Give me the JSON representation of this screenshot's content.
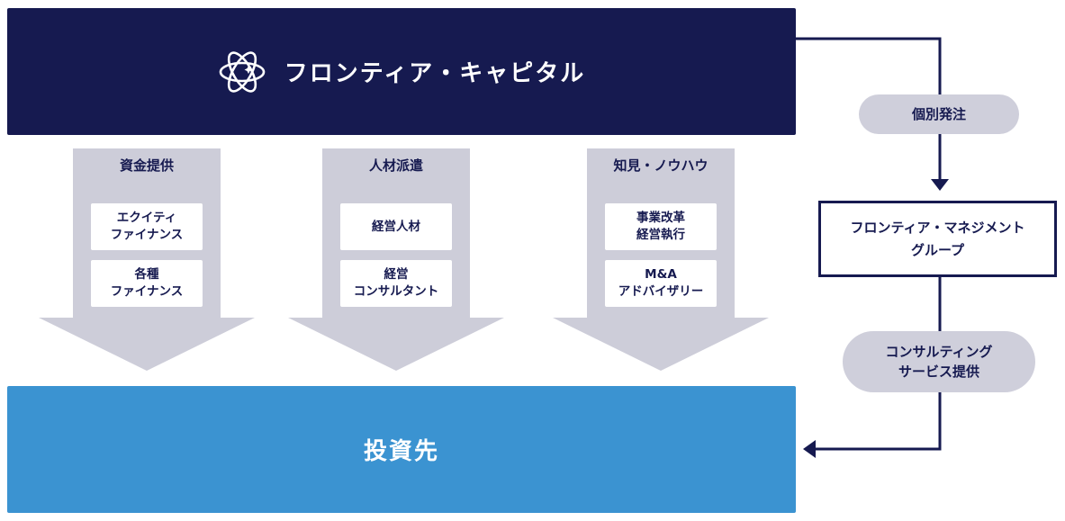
{
  "top_box": {
    "title": "フロンティア・キャピタル"
  },
  "support_arrows": [
    {
      "label": "資金提供",
      "cards": [
        [
          "エクイティ",
          "ファイナンス"
        ],
        [
          "各種",
          "ファイナンス"
        ]
      ]
    },
    {
      "label": "人材派遣",
      "cards": [
        [
          "経営人材"
        ],
        [
          "経営",
          "コンサルタント"
        ]
      ]
    },
    {
      "label": "知見・ノウハウ",
      "cards": [
        [
          "事業改革",
          "経営執行"
        ],
        [
          "M&A",
          "アドバイザリー"
        ]
      ]
    }
  ],
  "bottom_box": {
    "label": "投資先"
  },
  "side_flow": {
    "order_pill": "個別発注",
    "management_group": [
      "フロンティア・マネジメント",
      "グループ"
    ],
    "consulting_pill": [
      "コンサルティング",
      "サービス提供"
    ]
  },
  "colors": {
    "navy": "#161a50",
    "blue": "#3b93d1",
    "gray_arrow": "#cdcdd9",
    "white": "#ffffff"
  },
  "icons": [
    "logo-icon"
  ]
}
